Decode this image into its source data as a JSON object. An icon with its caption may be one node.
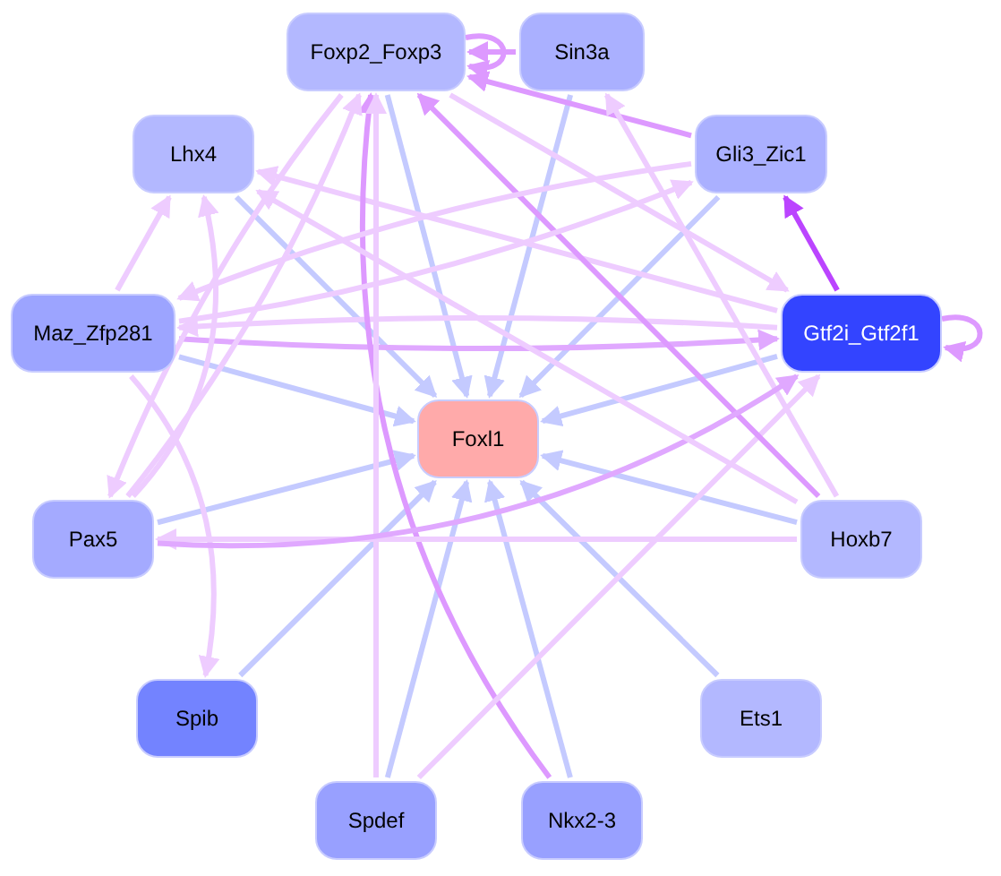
{
  "diagram": {
    "nodes": [
      {
        "text": [
          "Foxl1"
        ]
      },
      {
        "text": [
          "Foxp2_Foxp3"
        ]
      },
      {
        "text": [
          "Sin3a"
        ]
      },
      {
        "text": [
          "Lhx4"
        ]
      },
      {
        "text": [
          "Gli3_Zic1"
        ]
      },
      {
        "text": [
          "Maz_Zfp281"
        ]
      },
      {
        "text": [
          "Gtf2i_Gtf2f1"
        ]
      },
      {
        "text": [
          "Pax5"
        ]
      },
      {
        "text": [
          "Hoxb7"
        ]
      },
      {
        "text": [
          "Spib"
        ]
      },
      {
        "text": [
          "Ets1"
        ]
      },
      {
        "text": [
          "Spdef"
        ]
      },
      {
        "text": [
          "Nkx2-3"
        ]
      }
    ],
    "edges": [
      {
        "from": 1,
        "to": 0,
        "arrow": "to",
        "color": "#c4caff"
      },
      {
        "from": 2,
        "to": 0,
        "arrow": "to",
        "color": "#c4caff"
      },
      {
        "from": 3,
        "to": 0,
        "arrow": "to",
        "color": "#c4caff"
      },
      {
        "from": 4,
        "to": 0,
        "arrow": "to",
        "color": "#c4caff"
      },
      {
        "from": 5,
        "to": 0,
        "arrow": "to",
        "color": "#c4caff"
      },
      {
        "from": 6,
        "to": 0,
        "arrow": "to",
        "color": "#c4caff"
      },
      {
        "from": 7,
        "to": 0,
        "arrow": "to",
        "color": "#c4caff"
      },
      {
        "from": 8,
        "to": 0,
        "arrow": "to",
        "color": "#c4caff"
      },
      {
        "from": 9,
        "to": 0,
        "arrow": "to",
        "color": "#c4caff"
      },
      {
        "from": 10,
        "to": 0,
        "arrow": "to",
        "color": "#c4caff"
      },
      {
        "from": 11,
        "to": 0,
        "arrow": "to",
        "color": "#c4caff"
      },
      {
        "from": 12,
        "to": 0,
        "arrow": "to",
        "color": "#c4caff"
      },
      {
        "from": 1,
        "to": 1,
        "arrow": "to",
        "color": "#dd99ff"
      },
      {
        "from": 2,
        "to": 1,
        "arrow": "to",
        "color": "#dd99ff"
      },
      {
        "from": 4,
        "to": 1,
        "arrow": "to",
        "color": "#dd99ff"
      },
      {
        "from": 6,
        "to": 6,
        "arrow": "to",
        "color": "#dd99ff"
      },
      {
        "from": 6,
        "to": 4,
        "arrow": "to",
        "color": "#bb44ff"
      },
      {
        "from": 5,
        "to": 6,
        "arrow": "to",
        "color": "#e0a8ff"
      },
      {
        "from": 6,
        "to": 5,
        "arrow": "to",
        "color": "#eeccff"
      },
      {
        "from": 5,
        "to": 3,
        "arrow": "to",
        "color": "#eeccff"
      },
      {
        "from": 7,
        "to": 3,
        "arrow": "to",
        "color": "#eeccff"
      },
      {
        "from": 6,
        "to": 3,
        "arrow": "to",
        "color": "#eeccff"
      },
      {
        "from": 5,
        "to": 9,
        "arrow": "to",
        "color": "#eeccff"
      },
      {
        "from": 12,
        "to": 1,
        "arrow": "to",
        "color": "#dd99ff"
      },
      {
        "from": 11,
        "to": 1,
        "arrow": "to",
        "color": "#eeccff"
      },
      {
        "from": 11,
        "to": 6,
        "arrow": "to",
        "color": "#eeccff"
      },
      {
        "from": 7,
        "to": 1,
        "arrow": "to",
        "color": "#eeccff"
      },
      {
        "from": 1,
        "to": 7,
        "arrow": "to",
        "color": "#eeccff"
      },
      {
        "from": 8,
        "to": 7,
        "arrow": "to",
        "color": "#eeccff"
      },
      {
        "from": 8,
        "to": 1,
        "arrow": "to",
        "color": "#dd99ff"
      },
      {
        "from": 8,
        "to": 2,
        "arrow": "to",
        "color": "#eeccff"
      },
      {
        "from": 4,
        "to": 5,
        "arrow": "to",
        "color": "#eeccff"
      },
      {
        "from": 5,
        "to": 4,
        "arrow": "to",
        "color": "#eeccff"
      },
      {
        "from": 7,
        "to": 6,
        "arrow": "to",
        "color": "#e0a8ff"
      },
      {
        "from": 1,
        "to": 6,
        "arrow": "to",
        "color": "#eeccff"
      },
      {
        "from": 8,
        "to": 3,
        "arrow": "to",
        "color": "#eeccff"
      }
    ]
  }
}
